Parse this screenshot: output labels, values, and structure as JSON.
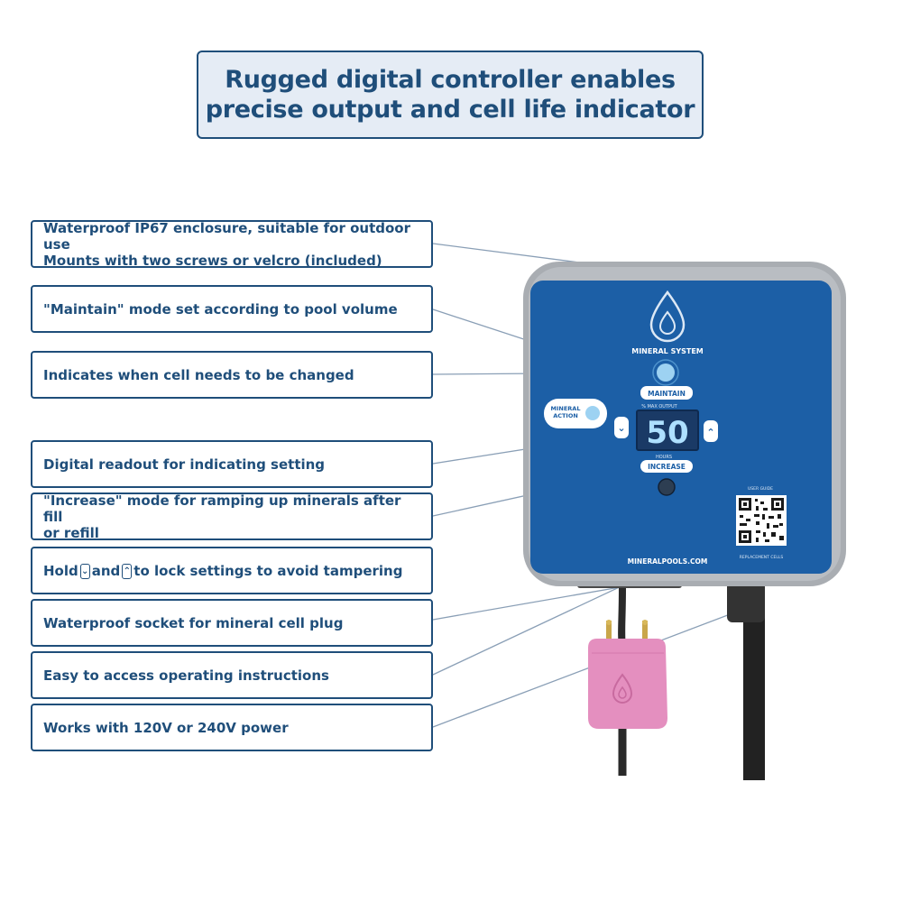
{
  "headline": {
    "line1": "Rugged digital controller enables",
    "line2": "precise output and cell life indicator"
  },
  "callouts": [
    {
      "line1": "Waterproof IP67 enclosure, suitable for outdoor use",
      "line2": "Mounts with two screws or velcro (included)"
    },
    {
      "line1": "\"Maintain\" mode set according to pool volume"
    },
    {
      "line1": "Indicates when cell needs to be changed"
    },
    {
      "line1": "Digital readout for indicating setting"
    },
    {
      "line1": "\"Increase\" mode for ramping up minerals after fill",
      "line2": "or refill"
    },
    {
      "pre": "Hold",
      "mid": "and",
      "post": "to lock settings to avoid tampering"
    },
    {
      "line1": "Waterproof socket for mineral cell plug"
    },
    {
      "line1": "Easy to access operating instructions"
    },
    {
      "line1": "Works with 120V or 240V power"
    }
  ],
  "device": {
    "brand": "MINERAL SYSTEM",
    "maintain_label": "MAINTAIN",
    "output_label": "% MAX OUTPUT",
    "mineral_action_line1": "MINERAL",
    "mineral_action_line2": "ACTION",
    "readout": "50",
    "hours_label": "HOURS",
    "increase_label": "INCREASE",
    "user_guide": "USER GUIDE",
    "replacement_cells": "REPLACEMENT CELLS",
    "website": "MINERALPOOLS.COM"
  },
  "colors": {
    "accent": "#1f4e7a",
    "panel_blue": "#1c5fa6",
    "housing_gray": "#a9adb2",
    "plug_pink": "#e48fbf"
  }
}
